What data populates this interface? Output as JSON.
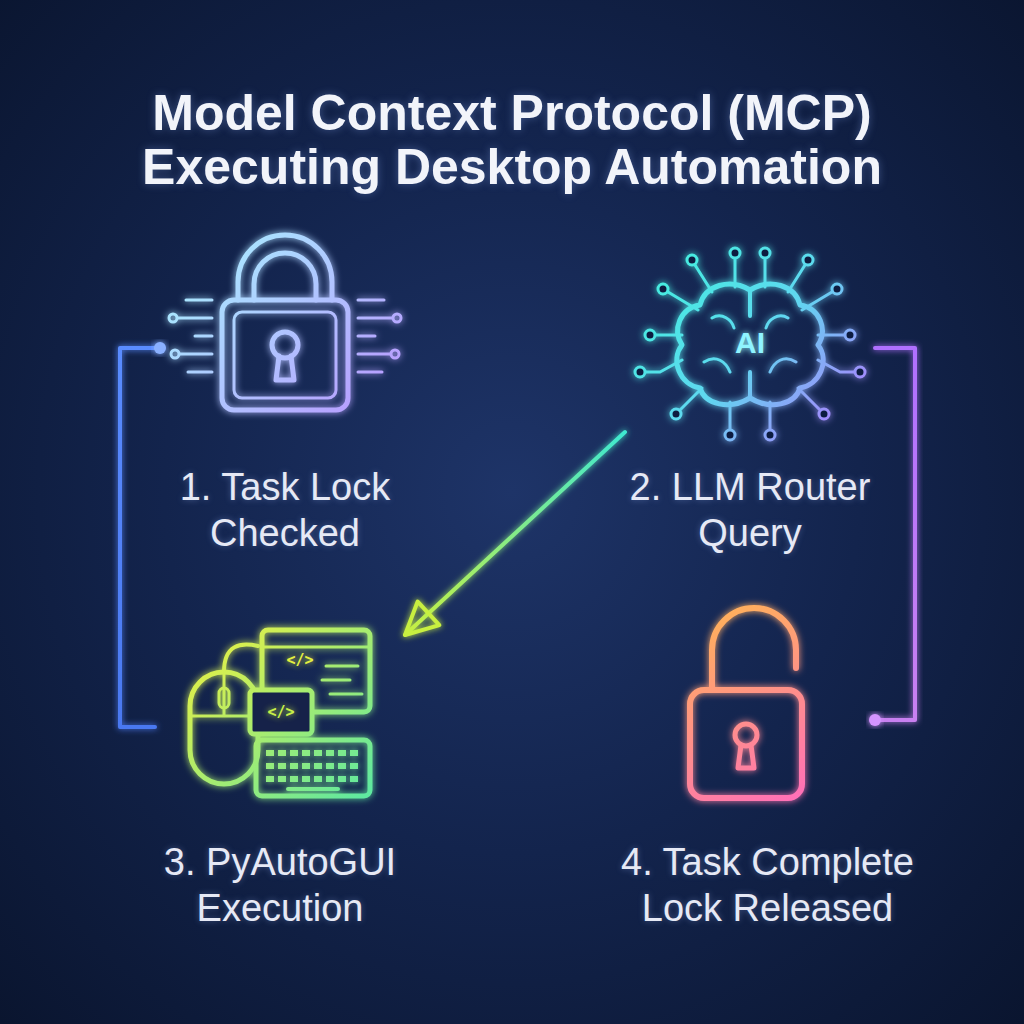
{
  "diagram": {
    "title": "Model Context Protocol (MCP) Executing Desktop Automation",
    "nodes": [
      {
        "text": [
          "1. Task Lock Checked"
        ]
      },
      {
        "text": [
          "2. LLM Router Query"
        ]
      },
      {
        "text": [
          "3. PyAutoGUI Execution"
        ]
      },
      {
        "text": [
          "4. Task Complete Lock Released"
        ]
      }
    ],
    "edges": [
      {
        "from": 0,
        "to": 1,
        "arrow": "to"
      },
      {
        "from": 1,
        "to": 2,
        "arrow": "to"
      },
      {
        "from": 2,
        "to": 3,
        "arrow": "to"
      },
      {
        "from": 0,
        "to": 2,
        "arrow": "none"
      },
      {
        "from": 1,
        "to": 3,
        "arrow": "none"
      }
    ],
    "labels": [
      "AI",
      "</>",
      "</>"
    ]
  }
}
